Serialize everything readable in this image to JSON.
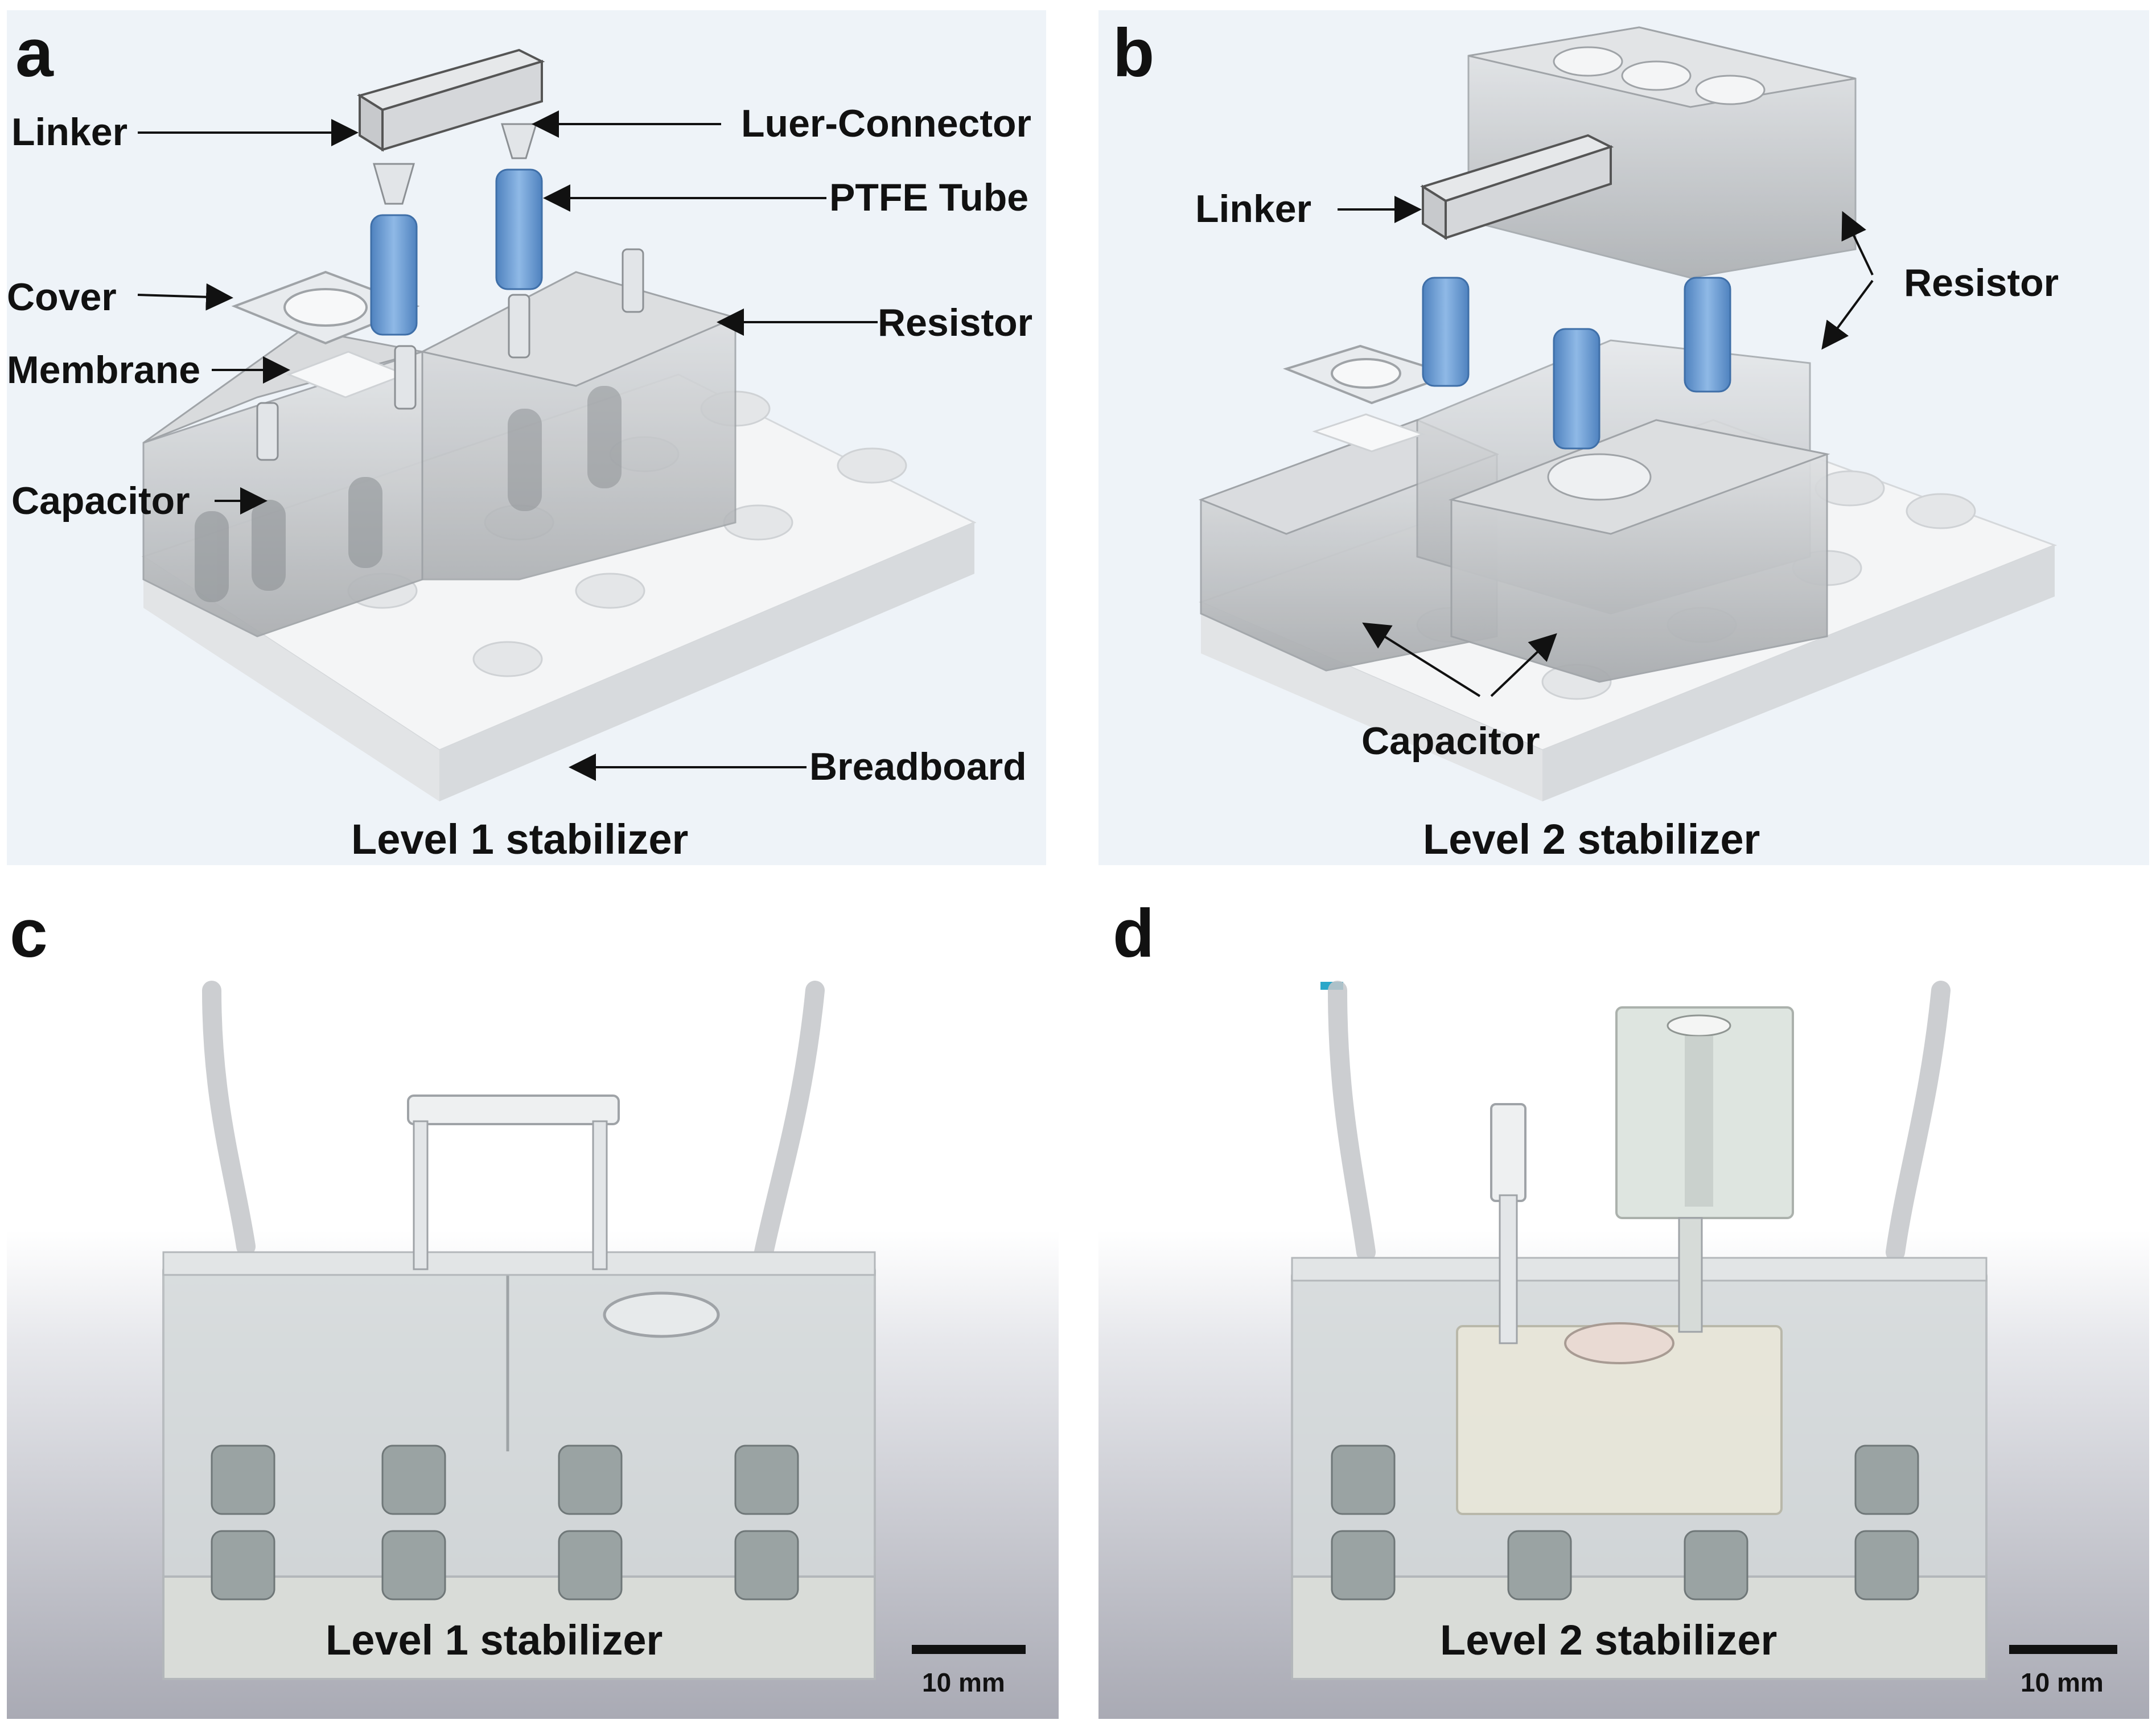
{
  "panels": {
    "a": {
      "letter": "a",
      "caption": "Level 1 stabilizer",
      "labels": {
        "linker": "Linker",
        "luer_connector": "Luer-Connector",
        "ptfe_tube": "PTFE Tube",
        "cover": "Cover",
        "resistor": "Resistor",
        "membrane": "Membrane",
        "capacitor": "Capacitor",
        "breadboard": "Breadboard"
      }
    },
    "b": {
      "letter": "b",
      "caption": "Level 2 stabilizer",
      "labels": {
        "linker": "Linker",
        "resistor": "Resistor",
        "capacitor": "Capacitor"
      }
    },
    "c": {
      "letter": "c",
      "caption": "Level 1 stabilizer",
      "scale_bar": "10 mm"
    },
    "d": {
      "letter": "d",
      "caption": "Level 2 stabilizer",
      "scale_bar": "10 mm"
    }
  },
  "colors": {
    "render_background": "#eef3f8",
    "ptfe_tube": "#6f9fd4",
    "clear_block": "#c7c9cb",
    "breadboard": "#eceef0"
  }
}
